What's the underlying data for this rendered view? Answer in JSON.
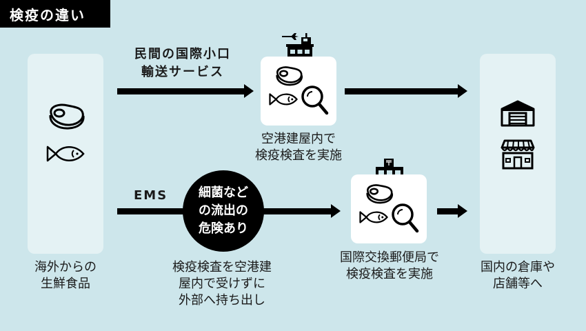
{
  "title": "検疫の違い",
  "origin": {
    "caption": "海外からの\n生鮮食品",
    "icons": [
      "meat-icon",
      "fish-icon"
    ]
  },
  "routes": {
    "private": {
      "label": "民間の国際小口\n輸送サービス",
      "facility_icon": "airport-terminal-icon",
      "inspection_icons": [
        "meat-icon",
        "fish-icon",
        "magnifier-icon"
      ],
      "caption": "空港建屋内で\n検疫検査を実施"
    },
    "ems": {
      "label": "EMS",
      "warning": "細菌など\nの流出の\n危険あり",
      "warning_caption": "検疫検査を空港建\n屋内で受けずに\n外部へ持ち出し",
      "facility_icon": "post-office-icon",
      "inspection_icons": [
        "meat-icon",
        "fish-icon",
        "magnifier-icon"
      ],
      "caption": "国際交換郵便局で\n検疫検査を実施"
    }
  },
  "destination": {
    "caption": "国内の倉庫や\n店舗等へ",
    "icons": [
      "warehouse-icon",
      "store-icon"
    ]
  },
  "colors": {
    "background": "#cde6eb",
    "panel": "#e4f2f4",
    "card": "#ffffff",
    "ink": "#000000"
  }
}
